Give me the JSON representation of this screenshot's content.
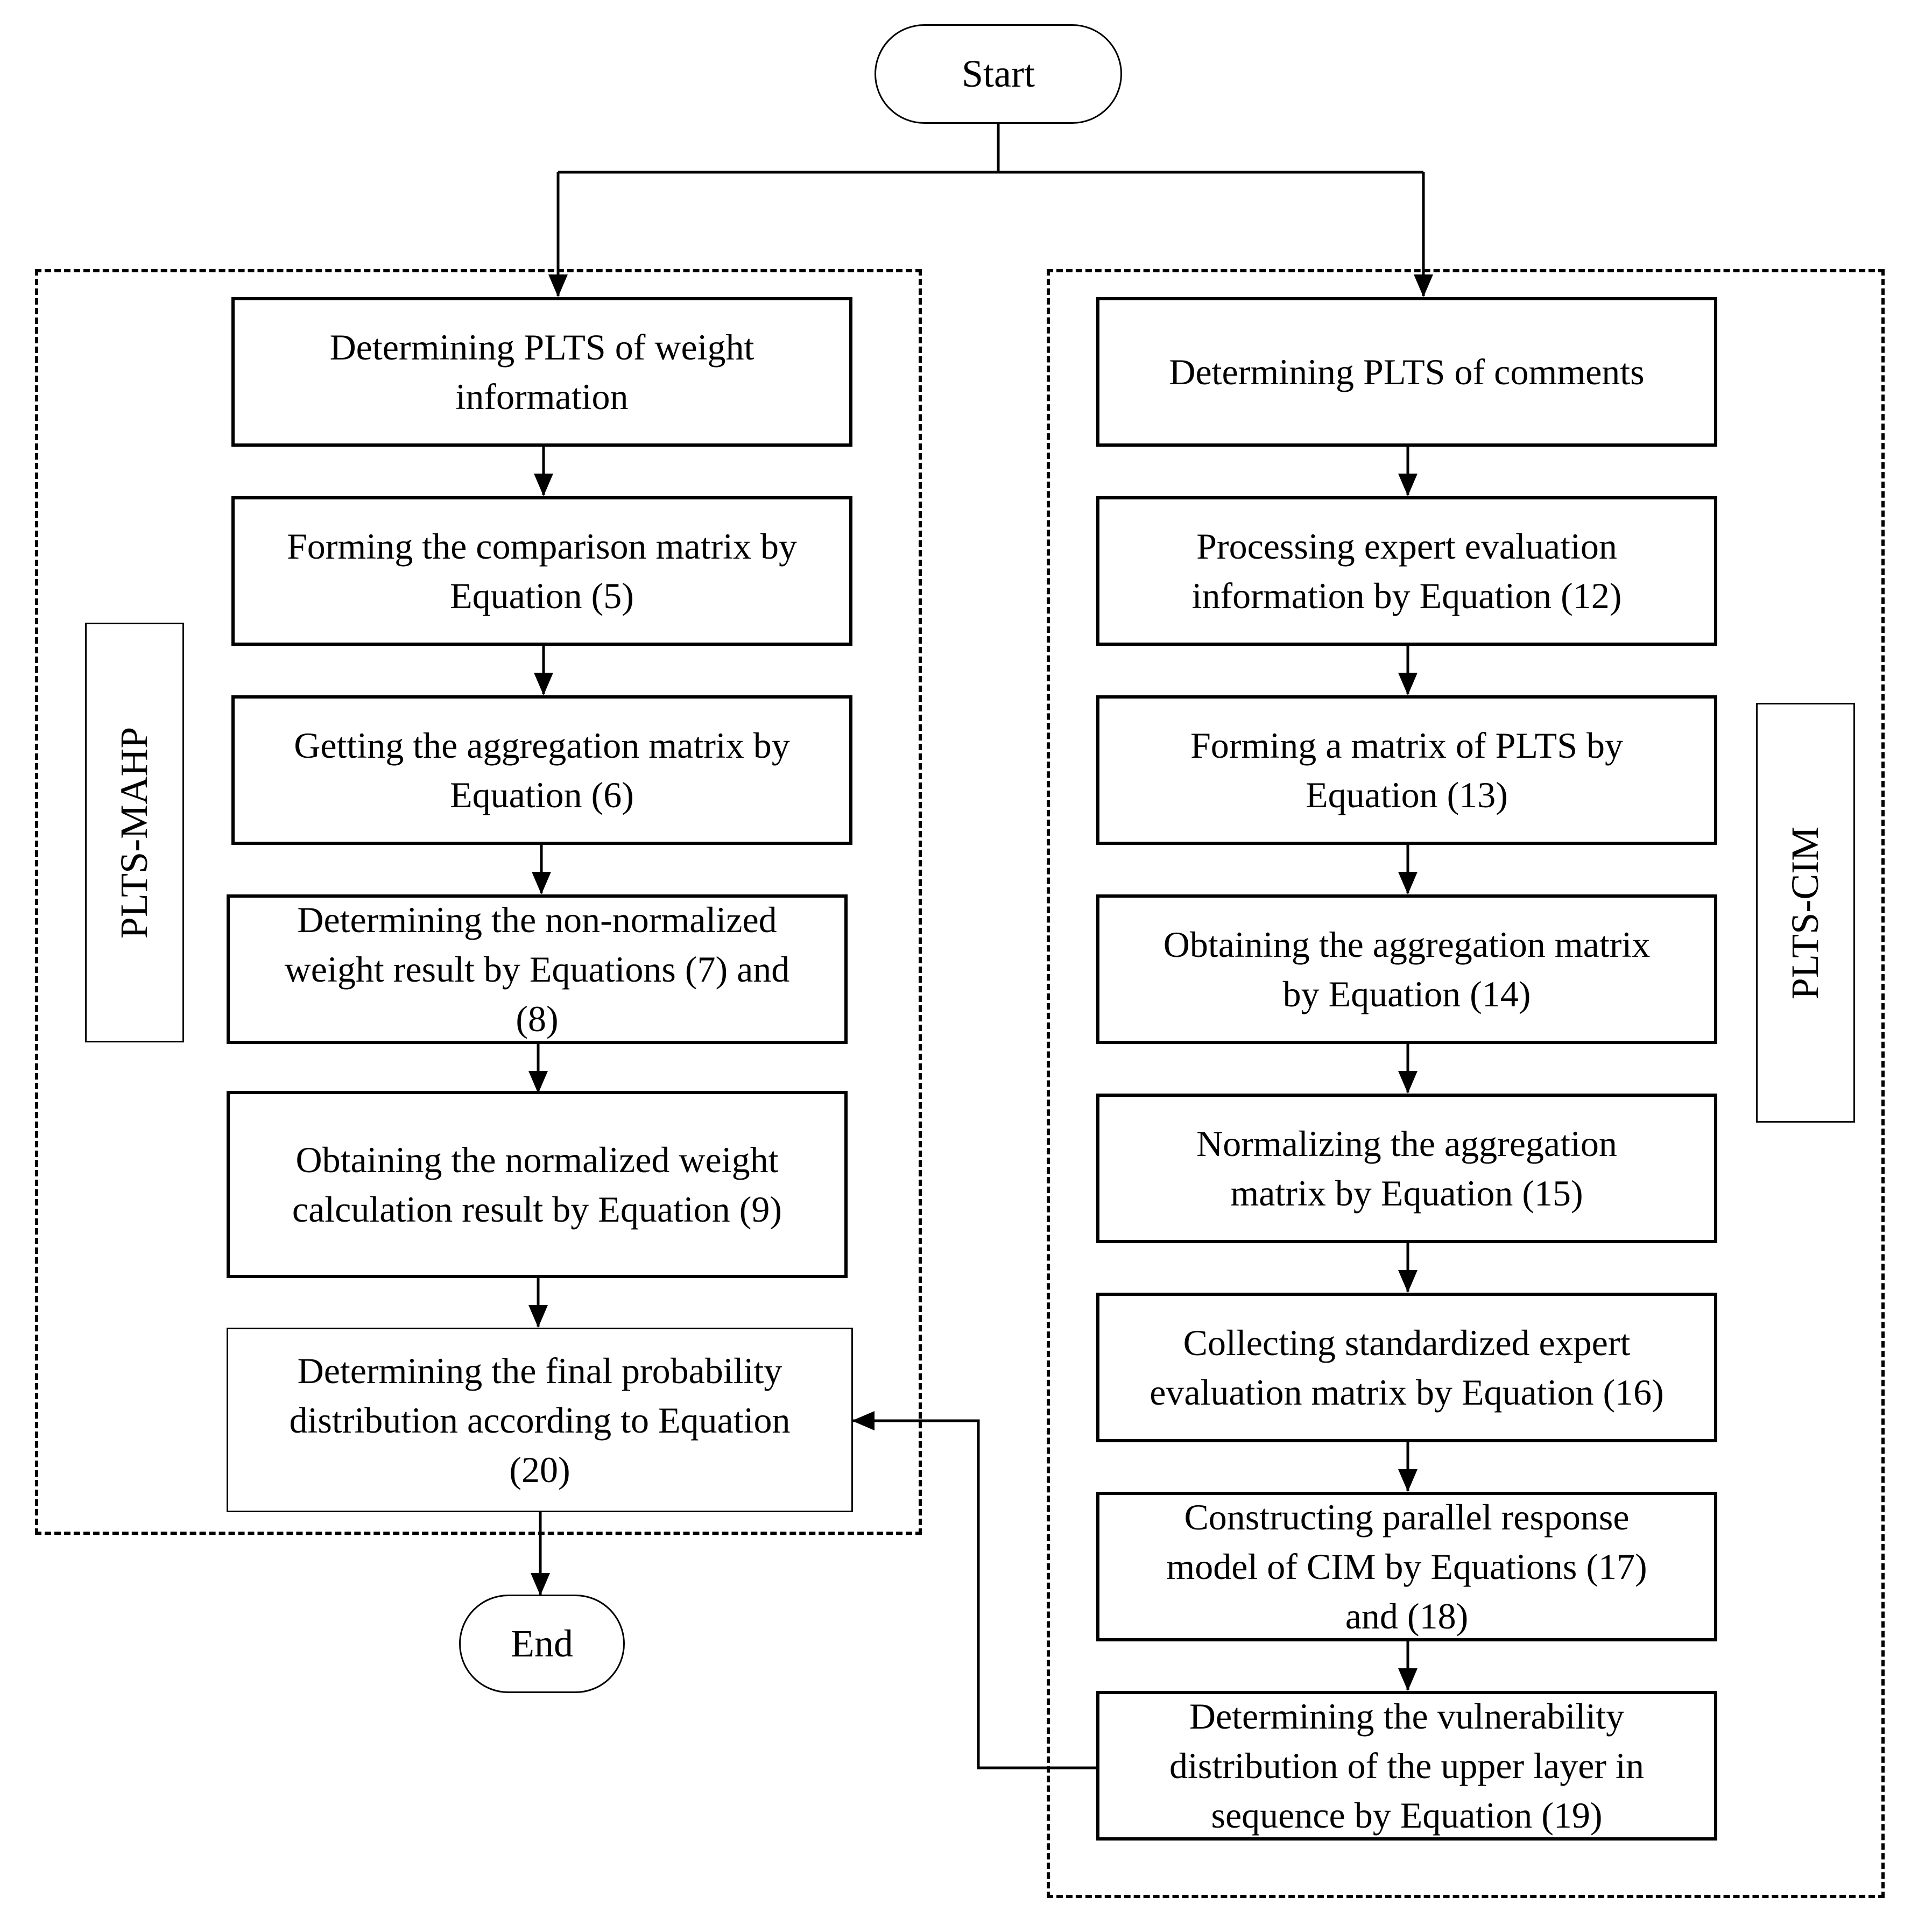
{
  "terminals": {
    "start": "Start",
    "end": "End"
  },
  "regions": {
    "left_label": "PLTS-MAHP",
    "right_label": "PLTS-CIM"
  },
  "left_steps": [
    "Determining PLTS of weight\ninformation",
    "Forming the comparison matrix by\nEquation (5)",
    "Getting the aggregation matrix by\nEquation (6)",
    "Determining the non-normalized\nweight result by Equations (7) and\n(8)",
    "Obtaining the normalized weight\ncalculation result  by Equation (9)",
    "Determining the final probability\ndistribution according to Equation\n(20)"
  ],
  "right_steps": [
    "Determining PLTS of comments",
    "Processing expert evaluation\ninformation by Equation (12)",
    "Forming a matrix of PLTS by\nEquation (13)",
    "Obtaining the aggregation matrix\nby Equation (14)",
    "Normalizing the aggregation\nmatrix by Equation (15)",
    "Collecting standardized expert\nevaluation matrix by Equation (16)",
    "Constructing parallel response\nmodel of CIM by Equations (17)\nand (18)",
    "Determining the vulnerability\ndistribution of the upper layer in\nsequence by Equation (19)"
  ]
}
